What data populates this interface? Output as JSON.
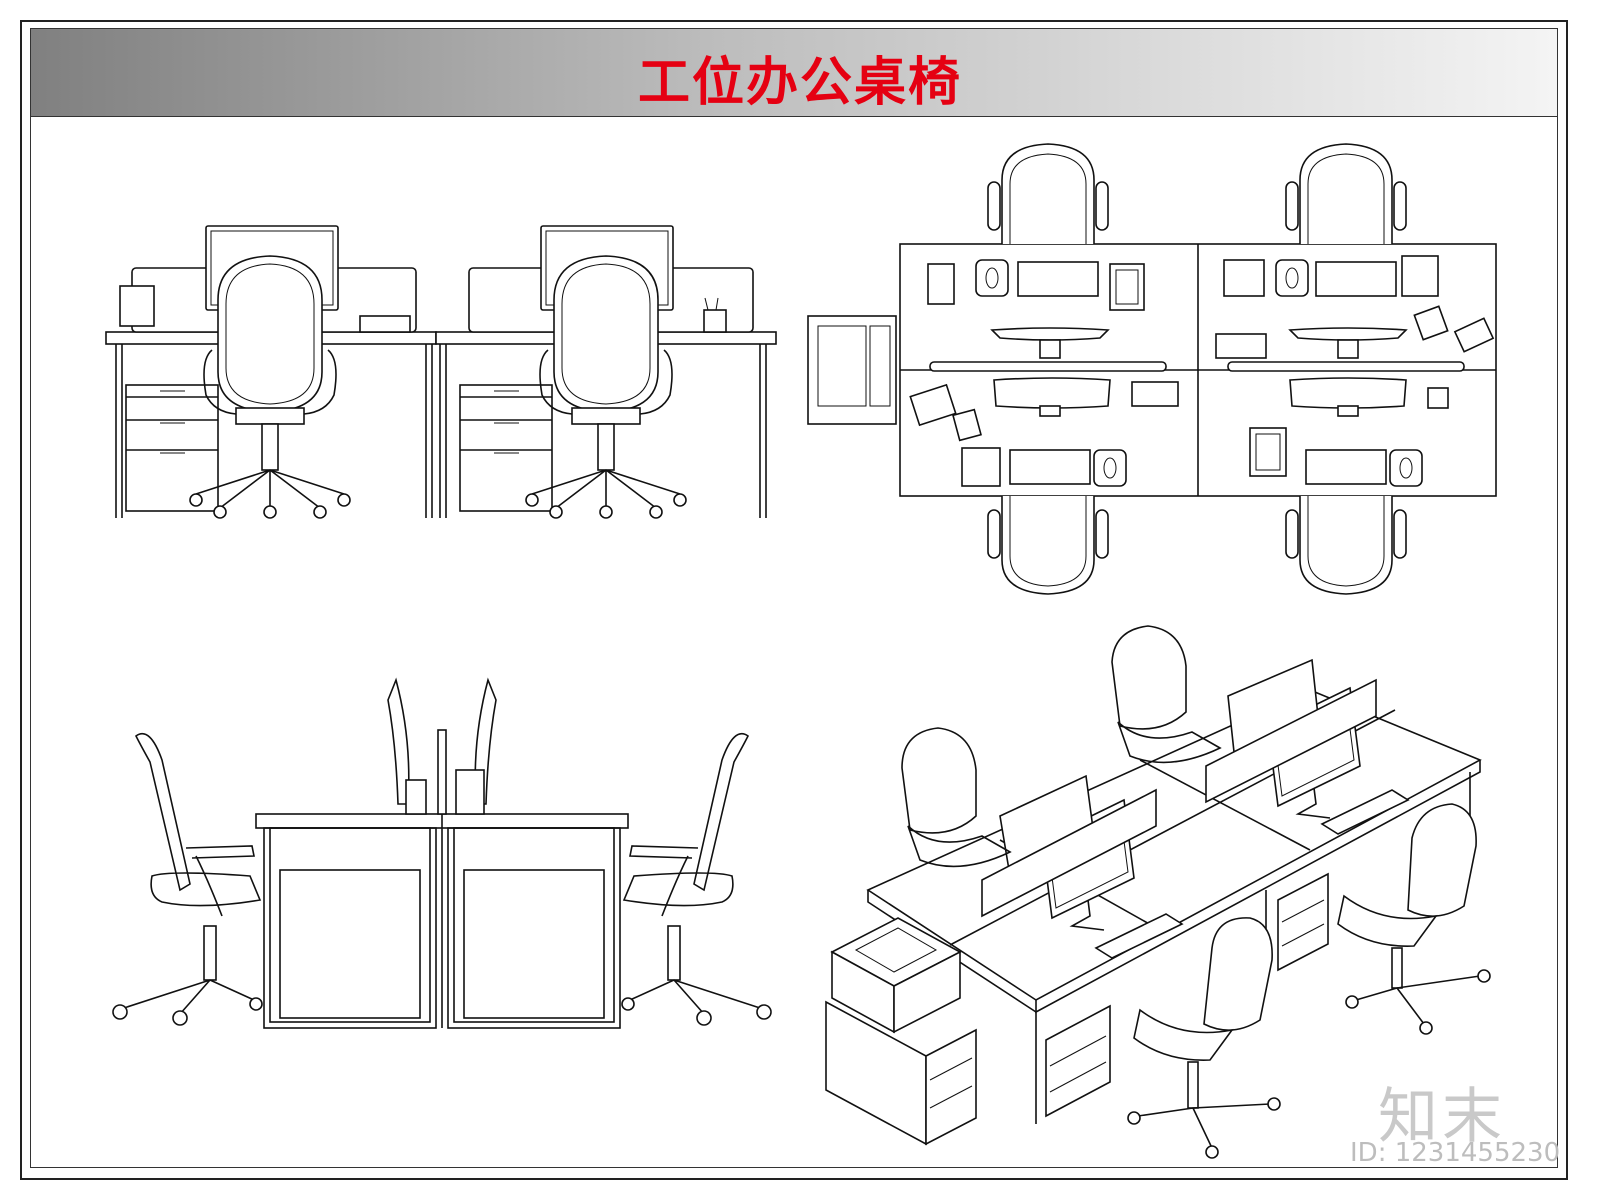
{
  "title": "工位办公桌椅",
  "watermark": {
    "brand": "知末",
    "id_label": "ID: 1231455230"
  },
  "colors": {
    "title": "#e50012",
    "band_dark": "#808080",
    "band_light": "#f4f4f4",
    "line": "#111111"
  },
  "views": [
    {
      "name": "front-elevation-view",
      "workstations": 2
    },
    {
      "name": "plan-view",
      "workstations": 4
    },
    {
      "name": "side-elevation-view",
      "chairs": 2
    },
    {
      "name": "isometric-view",
      "workstations": 4
    }
  ]
}
